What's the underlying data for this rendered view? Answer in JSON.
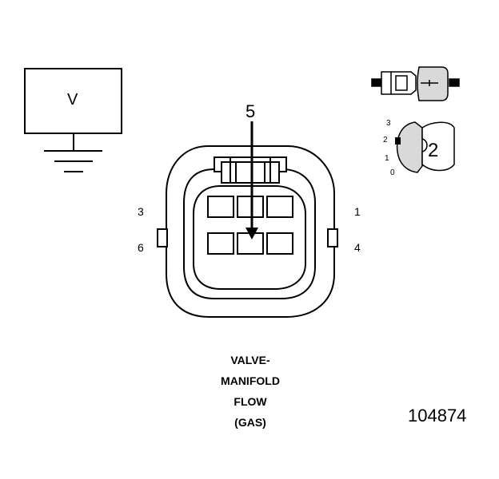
{
  "meter": {
    "label": "V"
  },
  "connector": {
    "pin_labels": {
      "pin_3": "3",
      "pin_1": "1",
      "pin_6": "6",
      "pin_4": "4"
    },
    "probe_pin": "5"
  },
  "detail": {
    "position_labels": [
      "3",
      "2",
      "1",
      "0"
    ],
    "callout": "2"
  },
  "caption": [
    "VALVE-",
    "MANIFOLD",
    "FLOW",
    "(GAS)"
  ],
  "figure_number": "104874",
  "colors": {
    "line": "#000000",
    "background": "#ffffff",
    "fill_gray": "#d9d9d9"
  }
}
